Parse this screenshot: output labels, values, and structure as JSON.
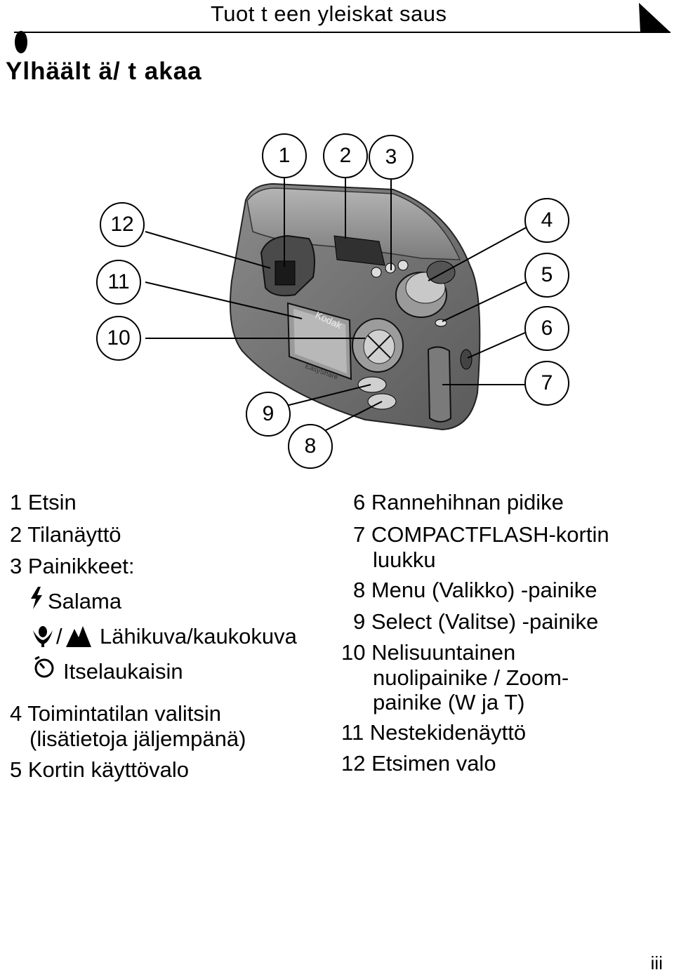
{
  "header": {
    "title": "Tuot t een yleiskat saus"
  },
  "section": {
    "title": "Ylhäält ä/ t akaa"
  },
  "callouts": [
    "1",
    "2",
    "3",
    "4",
    "5",
    "6",
    "7",
    "8",
    "9",
    "10",
    "11",
    "12"
  ],
  "camera": {
    "brand": "Kodak",
    "model": "EasyShare"
  },
  "legend_left": {
    "item1": "1 Etsin",
    "item2": "2 Tilanäyttö",
    "item3": "3 Painikkeet:",
    "sub_flash": "Salama",
    "sub_macro": "Lähikuva/kaukokuva",
    "sub_timer": "Itselaukaisin",
    "item4a": "4 Toimintatilan valitsin",
    "item4b": "(lisätietoja jäljempänä)",
    "item5": "5 Kortin käyttövalo"
  },
  "legend_right": {
    "item6": "6 Rannehihnan pidike",
    "item7a": "7 COMPACTFLASH-kortin",
    "item7b": "luukku",
    "item8": "8 Menu (Valikko) -painike",
    "item9": "9 Select (Valitse) -painike",
    "item10a": "10 Nelisuuntainen",
    "item10b": "nuolipainike / Zoom-",
    "item10c": "painike (W ja T)",
    "item11": "11 Nestekidenäyttö",
    "item12": "12 Etsimen valo"
  },
  "icons": [
    "flash-icon",
    "macro-icon",
    "landscape-icon",
    "self-timer-icon"
  ],
  "page_number": "iii"
}
